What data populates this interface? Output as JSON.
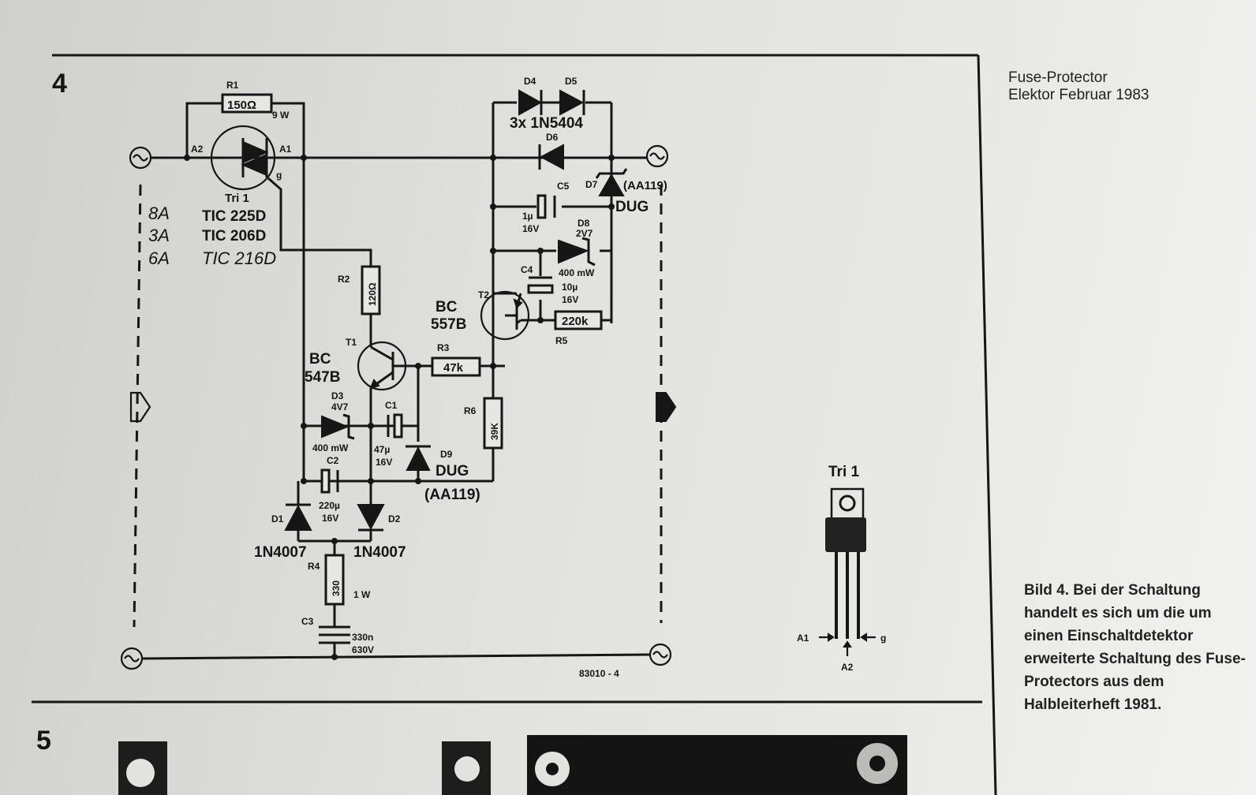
{
  "figure": {
    "number": "4",
    "next_number": "5",
    "header_title": "Fuse-Protector",
    "header_source": "Elektor Februar 1983",
    "caption": "Bild 4. Bei der Schaltung handelt es sich um die um einen Einschaltdetektor erweiterte Schaltung des Fuse-Protectors aus dem Halbleiterheft 1981.",
    "drawing_code": "83010 - 4"
  },
  "components": {
    "R1": {
      "ref": "R1",
      "value": "150Ω",
      "note": "9 W"
    },
    "R2": {
      "ref": "R2",
      "value": "120Ω"
    },
    "R3": {
      "ref": "R3",
      "value": "47k"
    },
    "R4": {
      "ref": "R4",
      "value": "330",
      "note": "1 W"
    },
    "R5": {
      "ref": "R5",
      "value": "220k"
    },
    "R6": {
      "ref": "R6",
      "value": "39K"
    },
    "C1": {
      "ref": "C1",
      "value": "47µ",
      "voltage": "16V"
    },
    "C2": {
      "ref": "C2",
      "value": "220µ",
      "voltage": "16V"
    },
    "C3": {
      "ref": "C3",
      "value": "330n",
      "voltage": "630V"
    },
    "C4": {
      "ref": "C4",
      "value": "10µ",
      "voltage": "16V"
    },
    "C5": {
      "ref": "C5",
      "value": "1µ",
      "voltage": "16V"
    },
    "D1": {
      "ref": "D1",
      "type": "1N4007"
    },
    "D2": {
      "ref": "D2",
      "type": "1N4007"
    },
    "D3": {
      "ref": "D3",
      "value": "4V7",
      "power": "400 mW"
    },
    "D4": {
      "ref": "D4"
    },
    "D5": {
      "ref": "D5"
    },
    "D6": {
      "ref": "D6"
    },
    "D456_type": "3x 1N5404",
    "D7": {
      "ref": "D7",
      "type": "(AA119)",
      "alt": "DUG"
    },
    "D8": {
      "ref": "D8",
      "value": "2V7",
      "power": "400 mW"
    },
    "D9": {
      "ref": "D9",
      "type": "DUG",
      "alt": "(AA119)"
    },
    "T1": {
      "ref": "T1",
      "type_line1": "BC",
      "type_line2": "547B"
    },
    "T2": {
      "ref": "T2",
      "type_line1": "BC",
      "type_line2": "557B"
    },
    "Tri1": {
      "ref": "Tri 1",
      "types": [
        "TIC 225D",
        "TIC 206D"
      ],
      "pins": {
        "a1": "A1",
        "a2": "A2",
        "g": "g"
      },
      "handwritten_currents": [
        "8A",
        "3A",
        "6A"
      ],
      "handwritten_type": "TIC 216D"
    }
  },
  "pinout": {
    "title": "Tri 1",
    "label_a1": "A1",
    "label_a2": "A2",
    "label_g": "g"
  }
}
